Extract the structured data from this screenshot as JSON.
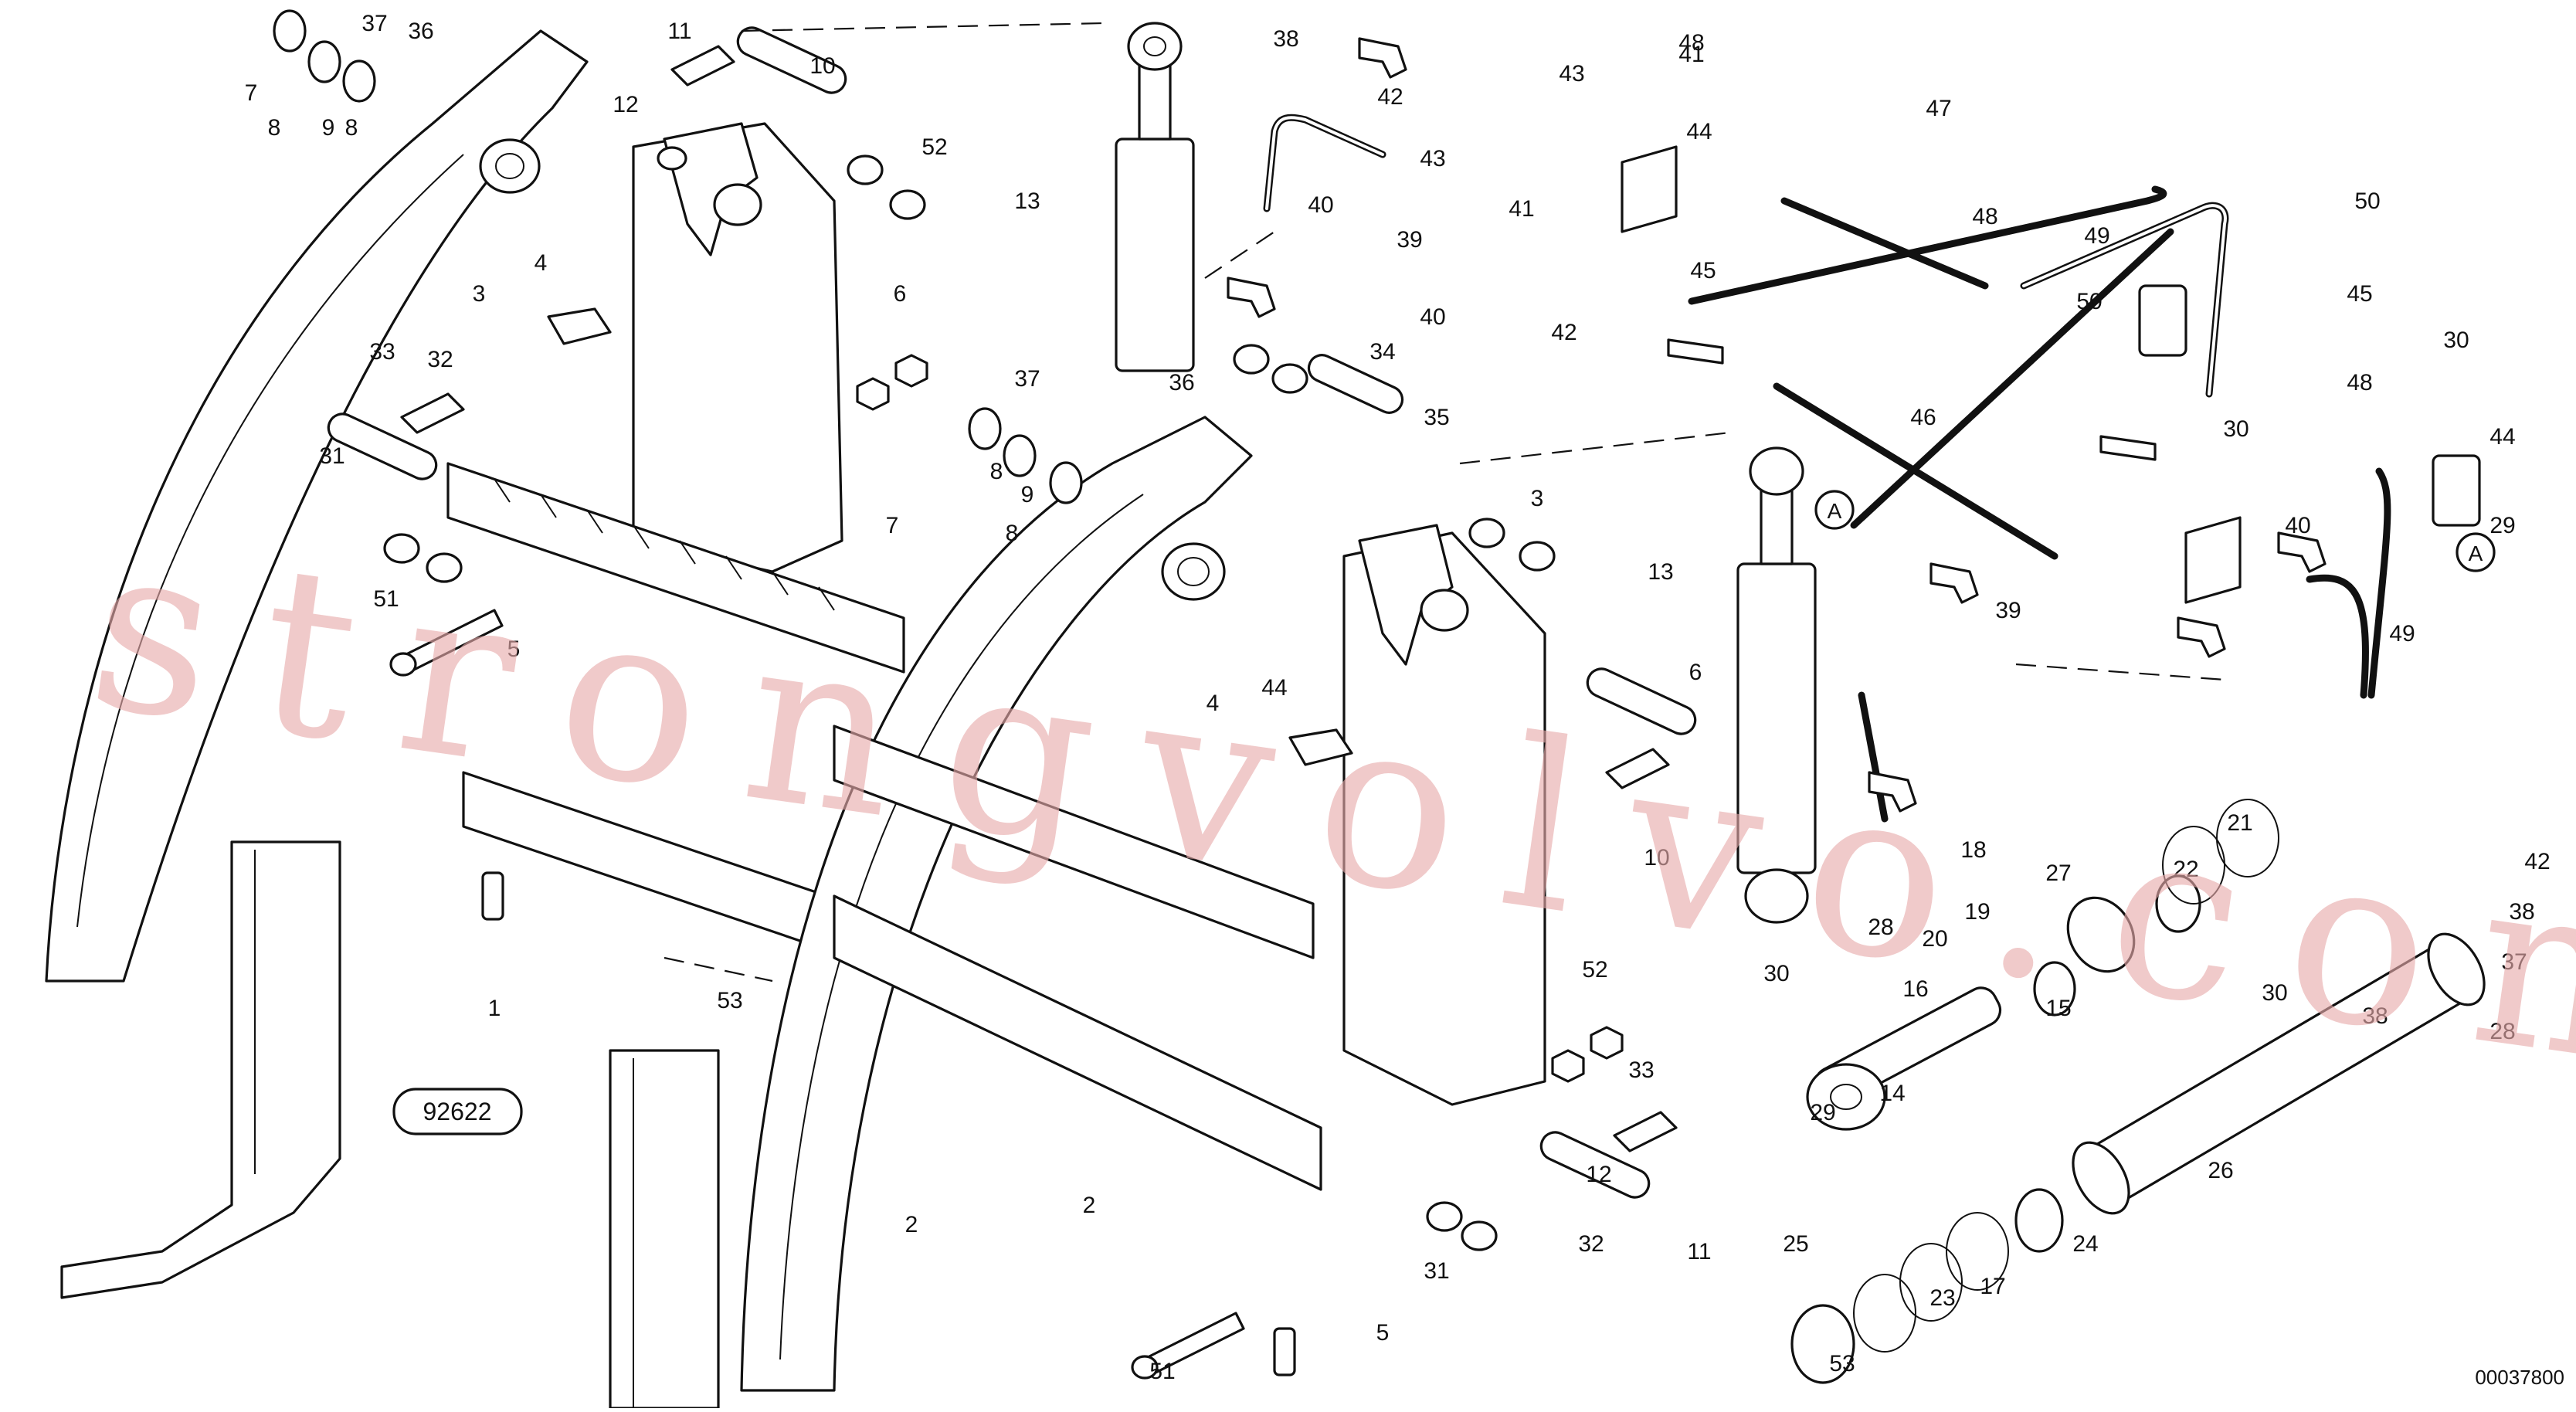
{
  "diagram": {
    "watermark": "strongvolvo.com",
    "drawing_number": "00037800",
    "badge_label": "92622",
    "reference_markers": [
      "A",
      "A"
    ],
    "callouts": [
      "7",
      "8",
      "9",
      "8",
      "37",
      "36",
      "11",
      "12",
      "10",
      "52",
      "13",
      "38",
      "42",
      "43",
      "40",
      "39",
      "41",
      "47",
      "44",
      "48",
      "49",
      "50",
      "45",
      "46",
      "3",
      "4",
      "33",
      "32",
      "31",
      "51",
      "5",
      "6",
      "37",
      "36",
      "7",
      "8",
      "9",
      "8",
      "34",
      "35",
      "13",
      "18",
      "21",
      "22",
      "27",
      "19",
      "20",
      "15",
      "16",
      "28",
      "30",
      "29",
      "14",
      "26",
      "24",
      "23",
      "17",
      "25",
      "53",
      "1",
      "2",
      "2",
      "53",
      "5",
      "51",
      "31",
      "32",
      "33",
      "11",
      "12",
      "10",
      "6",
      "52",
      "3",
      "4",
      "44",
      "42",
      "43",
      "40",
      "41",
      "48",
      "49",
      "50",
      "45",
      "44",
      "48",
      "30",
      "29",
      "30",
      "37",
      "28",
      "30",
      "42",
      "38",
      "38",
      "40",
      "39"
    ]
  }
}
